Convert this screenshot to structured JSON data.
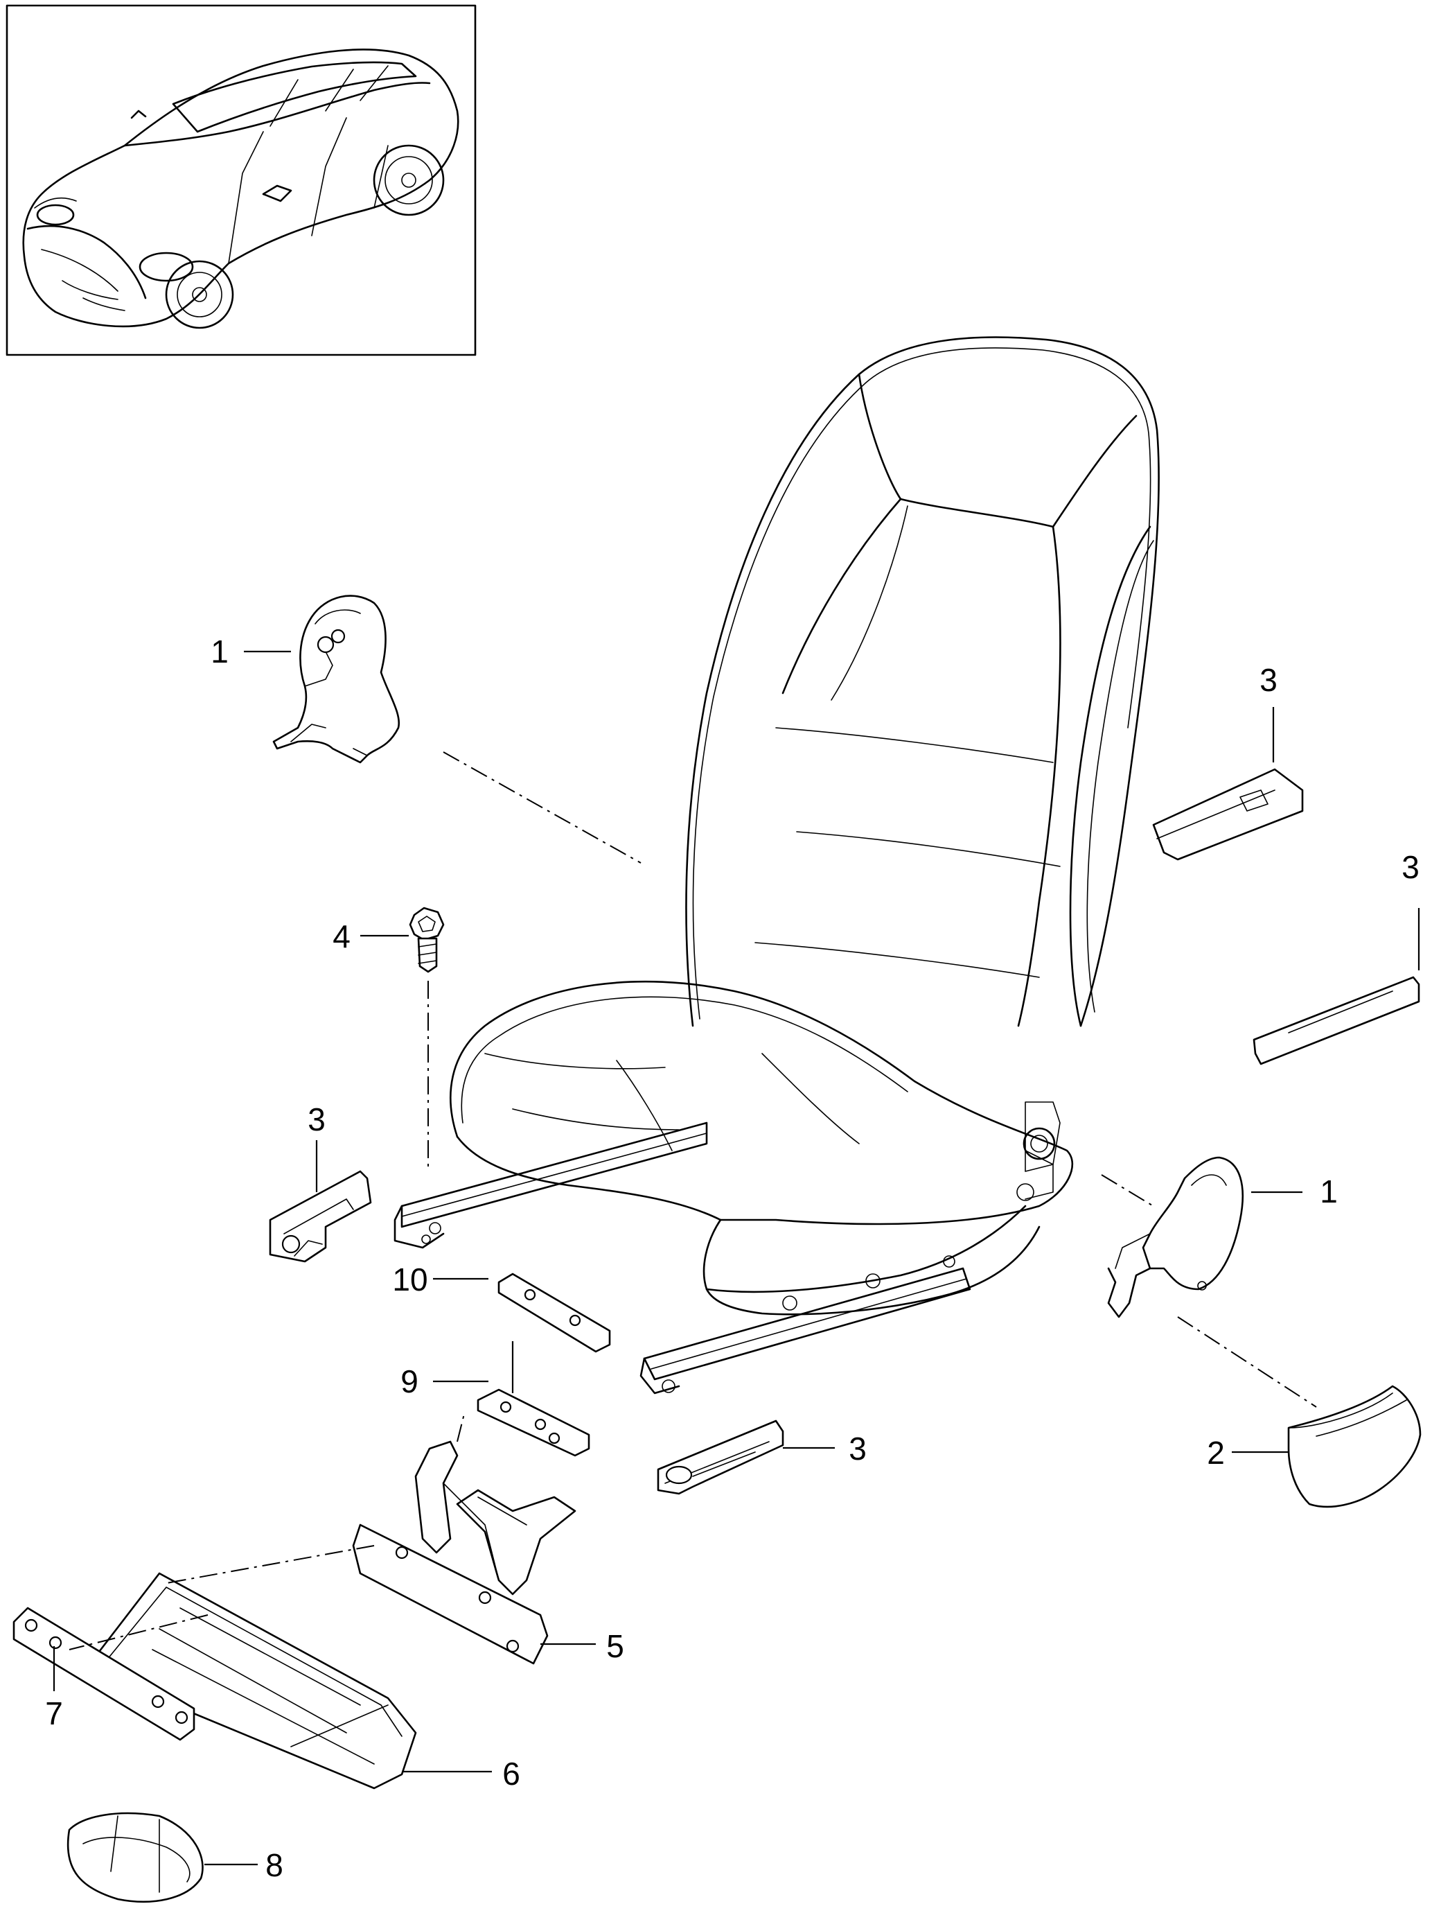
{
  "diagram": {
    "callouts": [
      {
        "id": "c1a",
        "label": "1"
      },
      {
        "id": "c1b",
        "label": "1"
      },
      {
        "id": "c2",
        "label": "2"
      },
      {
        "id": "c3a",
        "label": "3"
      },
      {
        "id": "c3b",
        "label": "3"
      },
      {
        "id": "c3c",
        "label": "3"
      },
      {
        "id": "c3d",
        "label": "3"
      },
      {
        "id": "c4",
        "label": "4"
      },
      {
        "id": "c5",
        "label": "5"
      },
      {
        "id": "c6",
        "label": "6"
      },
      {
        "id": "c7",
        "label": "7"
      },
      {
        "id": "c8",
        "label": "8"
      },
      {
        "id": "c9",
        "label": "9"
      },
      {
        "id": "c10",
        "label": "10"
      }
    ]
  }
}
